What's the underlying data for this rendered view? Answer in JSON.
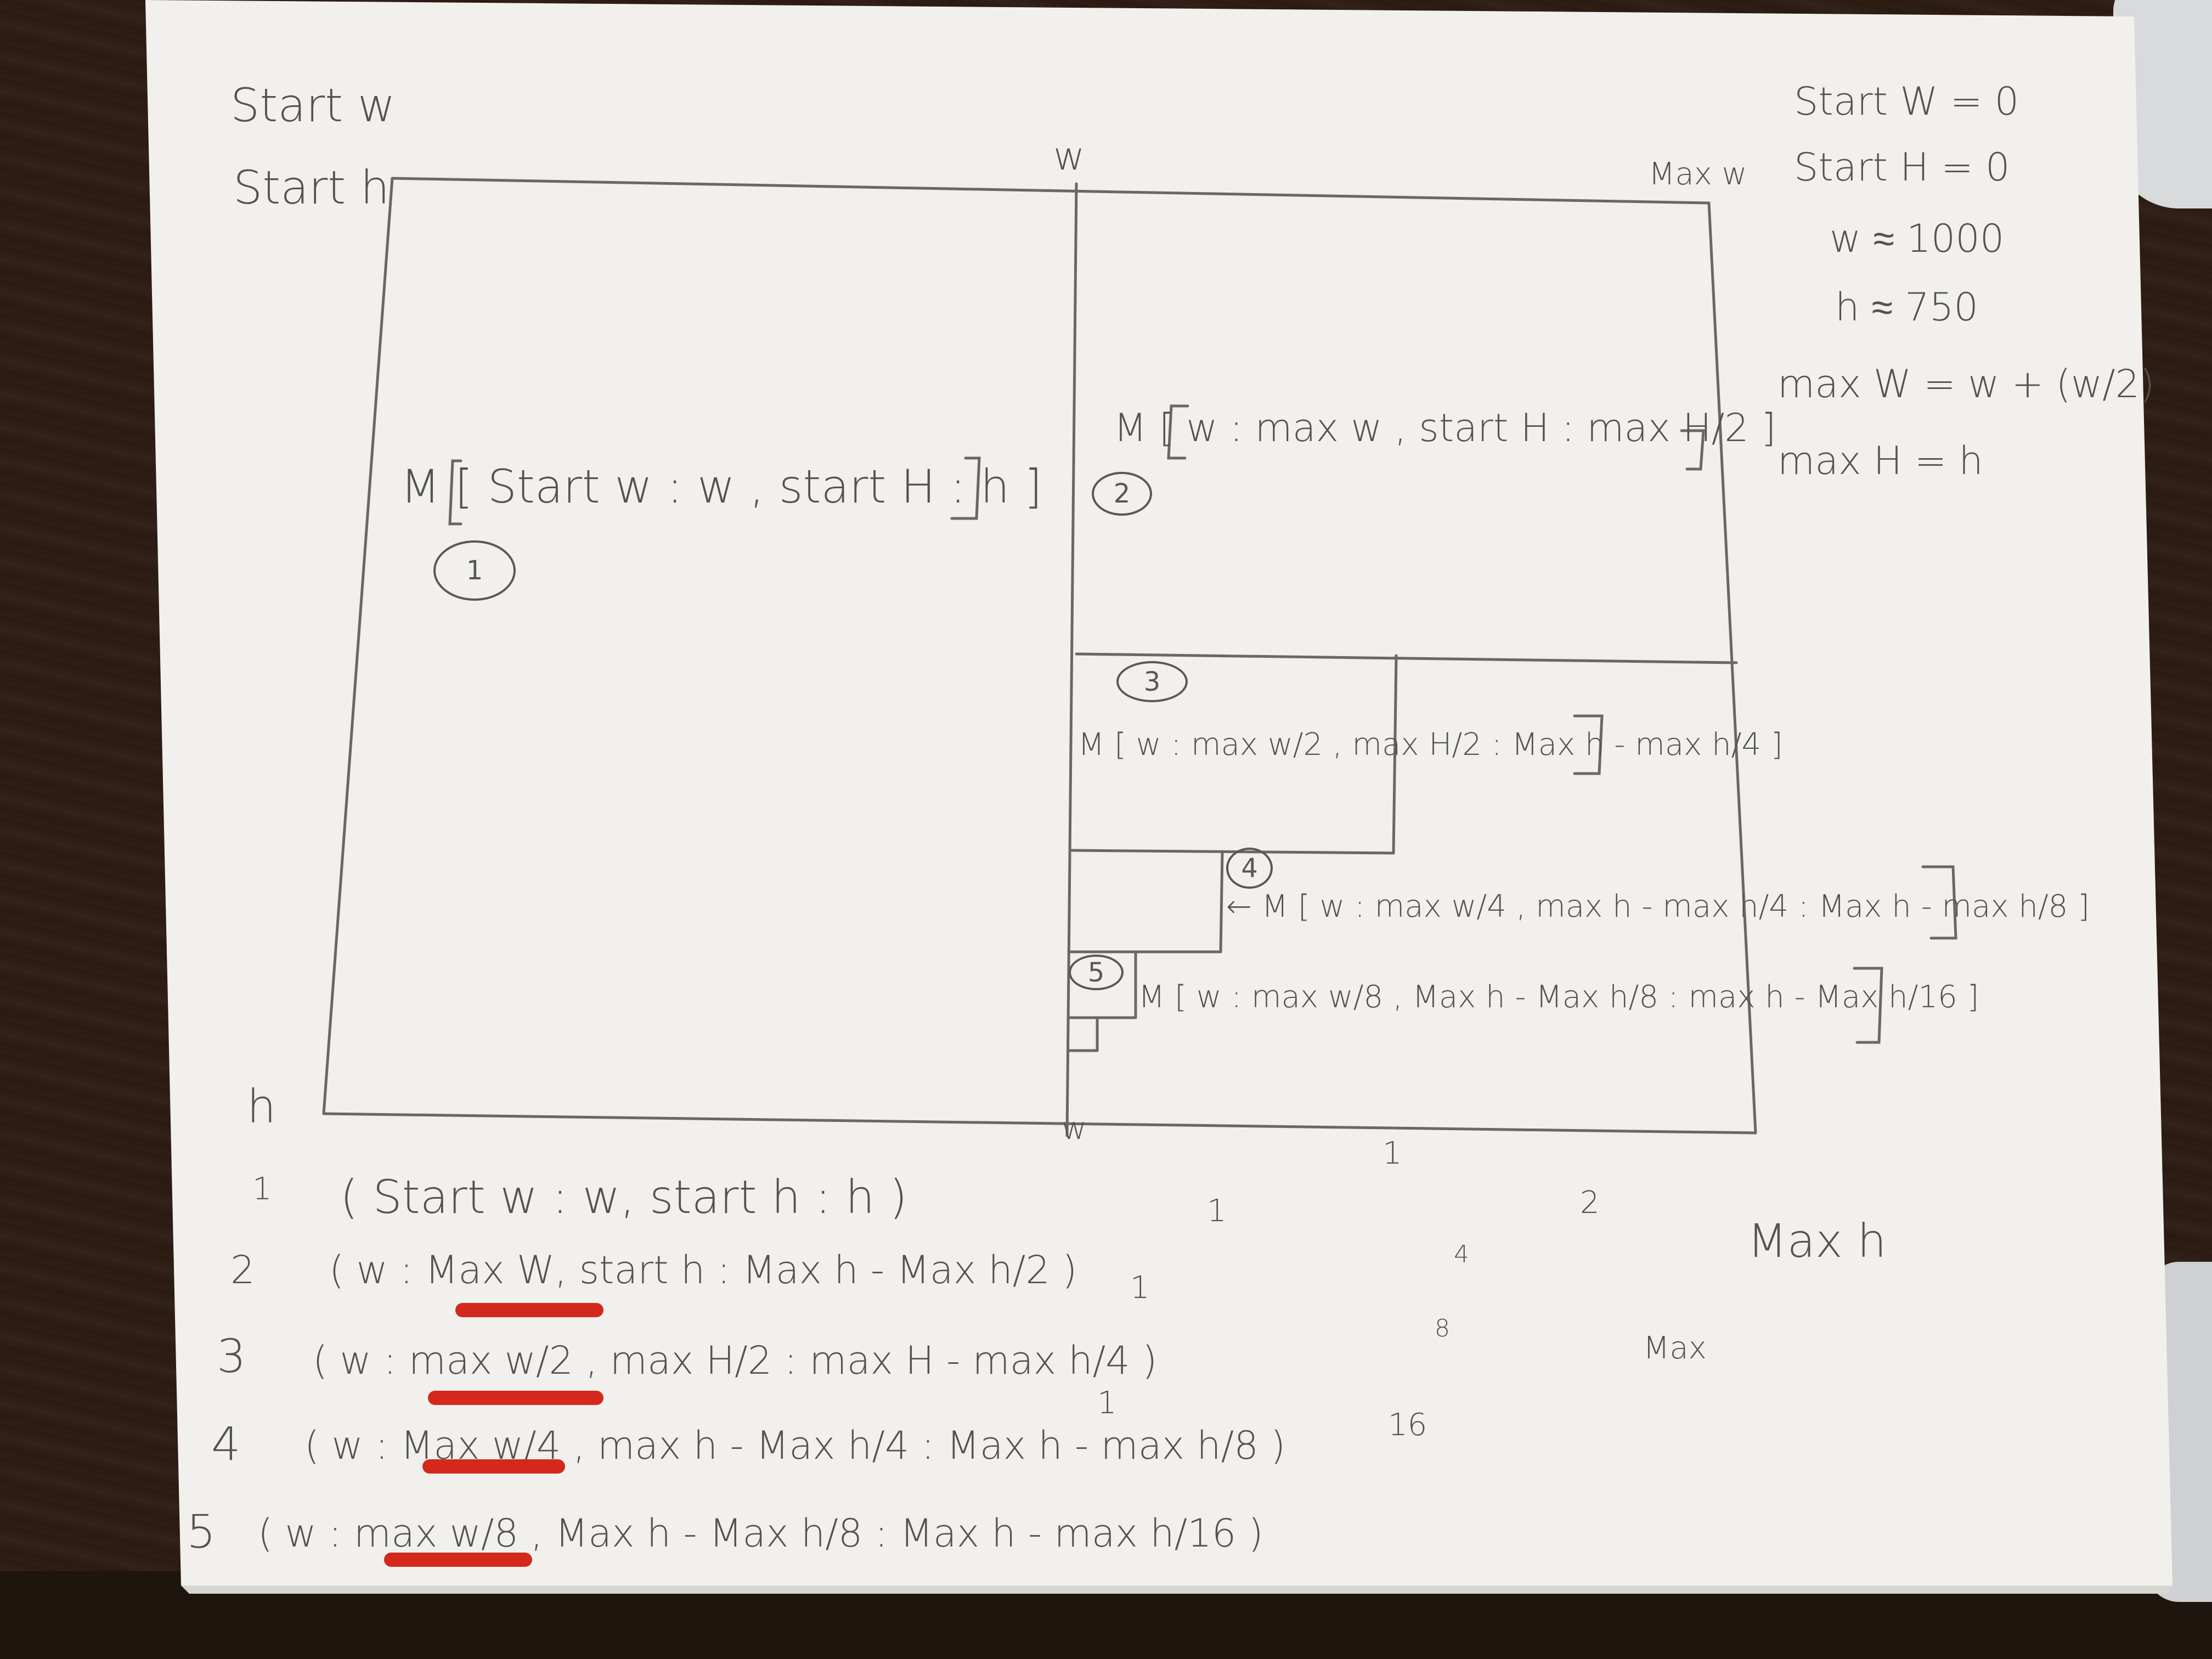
{
  "corner_notes": {
    "start_w": "Start w",
    "start_h": "Start h"
  },
  "axis_labels": {
    "w_top": "w",
    "max_w": "Max w",
    "h_left": "h",
    "w_bottom": "w"
  },
  "definitions": [
    "Start W = 0",
    "Start H = 0",
    "w ≈ 1000",
    "h ≈ 750",
    "max W = w + (w/2)",
    "max H = h"
  ],
  "regions": [
    {
      "circle": "1",
      "formula": "M [ Start w : w , start H : h ]"
    },
    {
      "circle": "2",
      "formula": "M [ w : max w , start H : max H/2 ]"
    },
    {
      "circle": "3",
      "formula": "M [ w : max w/2 , max H/2 : Max h - max h/4 ]"
    },
    {
      "circle": "4",
      "formula": "← M [ w : max w/4 , max h - max h/4 : Max h - max h/8 ]"
    },
    {
      "circle": "5",
      "formula": "M [ w : max w/8 , Max h - Max h/8 : max h - Max h/16 ]"
    }
  ],
  "list": [
    {
      "num": "1",
      "text": "( Start w : w, start h : h )"
    },
    {
      "num": "2",
      "text": "( w : Max W, start h : Max h - Max h/2 )"
    },
    {
      "num": "3",
      "text": "( w : max w/2 , max H/2 : max H - max h/4 )"
    },
    {
      "num": "4",
      "text": "( w : Max w/4 , max h - Max h/4 : Max h - max h/8 )"
    },
    {
      "num": "5",
      "text": "( w : max w/8 , Max h - Max h/8 : Max h - max h/16 )"
    }
  ],
  "scribbles": {
    "max_h": "Max h",
    "max": "Max",
    "n1a": "1",
    "n1b": "1",
    "n1c": "1",
    "n1d": "1",
    "n2": "2",
    "n4": "4",
    "n8": "8",
    "n16": "16"
  },
  "colors": {
    "paper": "#f1f0ed",
    "pencil": "#55534f",
    "red_marker": "#d4281c",
    "desk": "#2b1b12"
  }
}
